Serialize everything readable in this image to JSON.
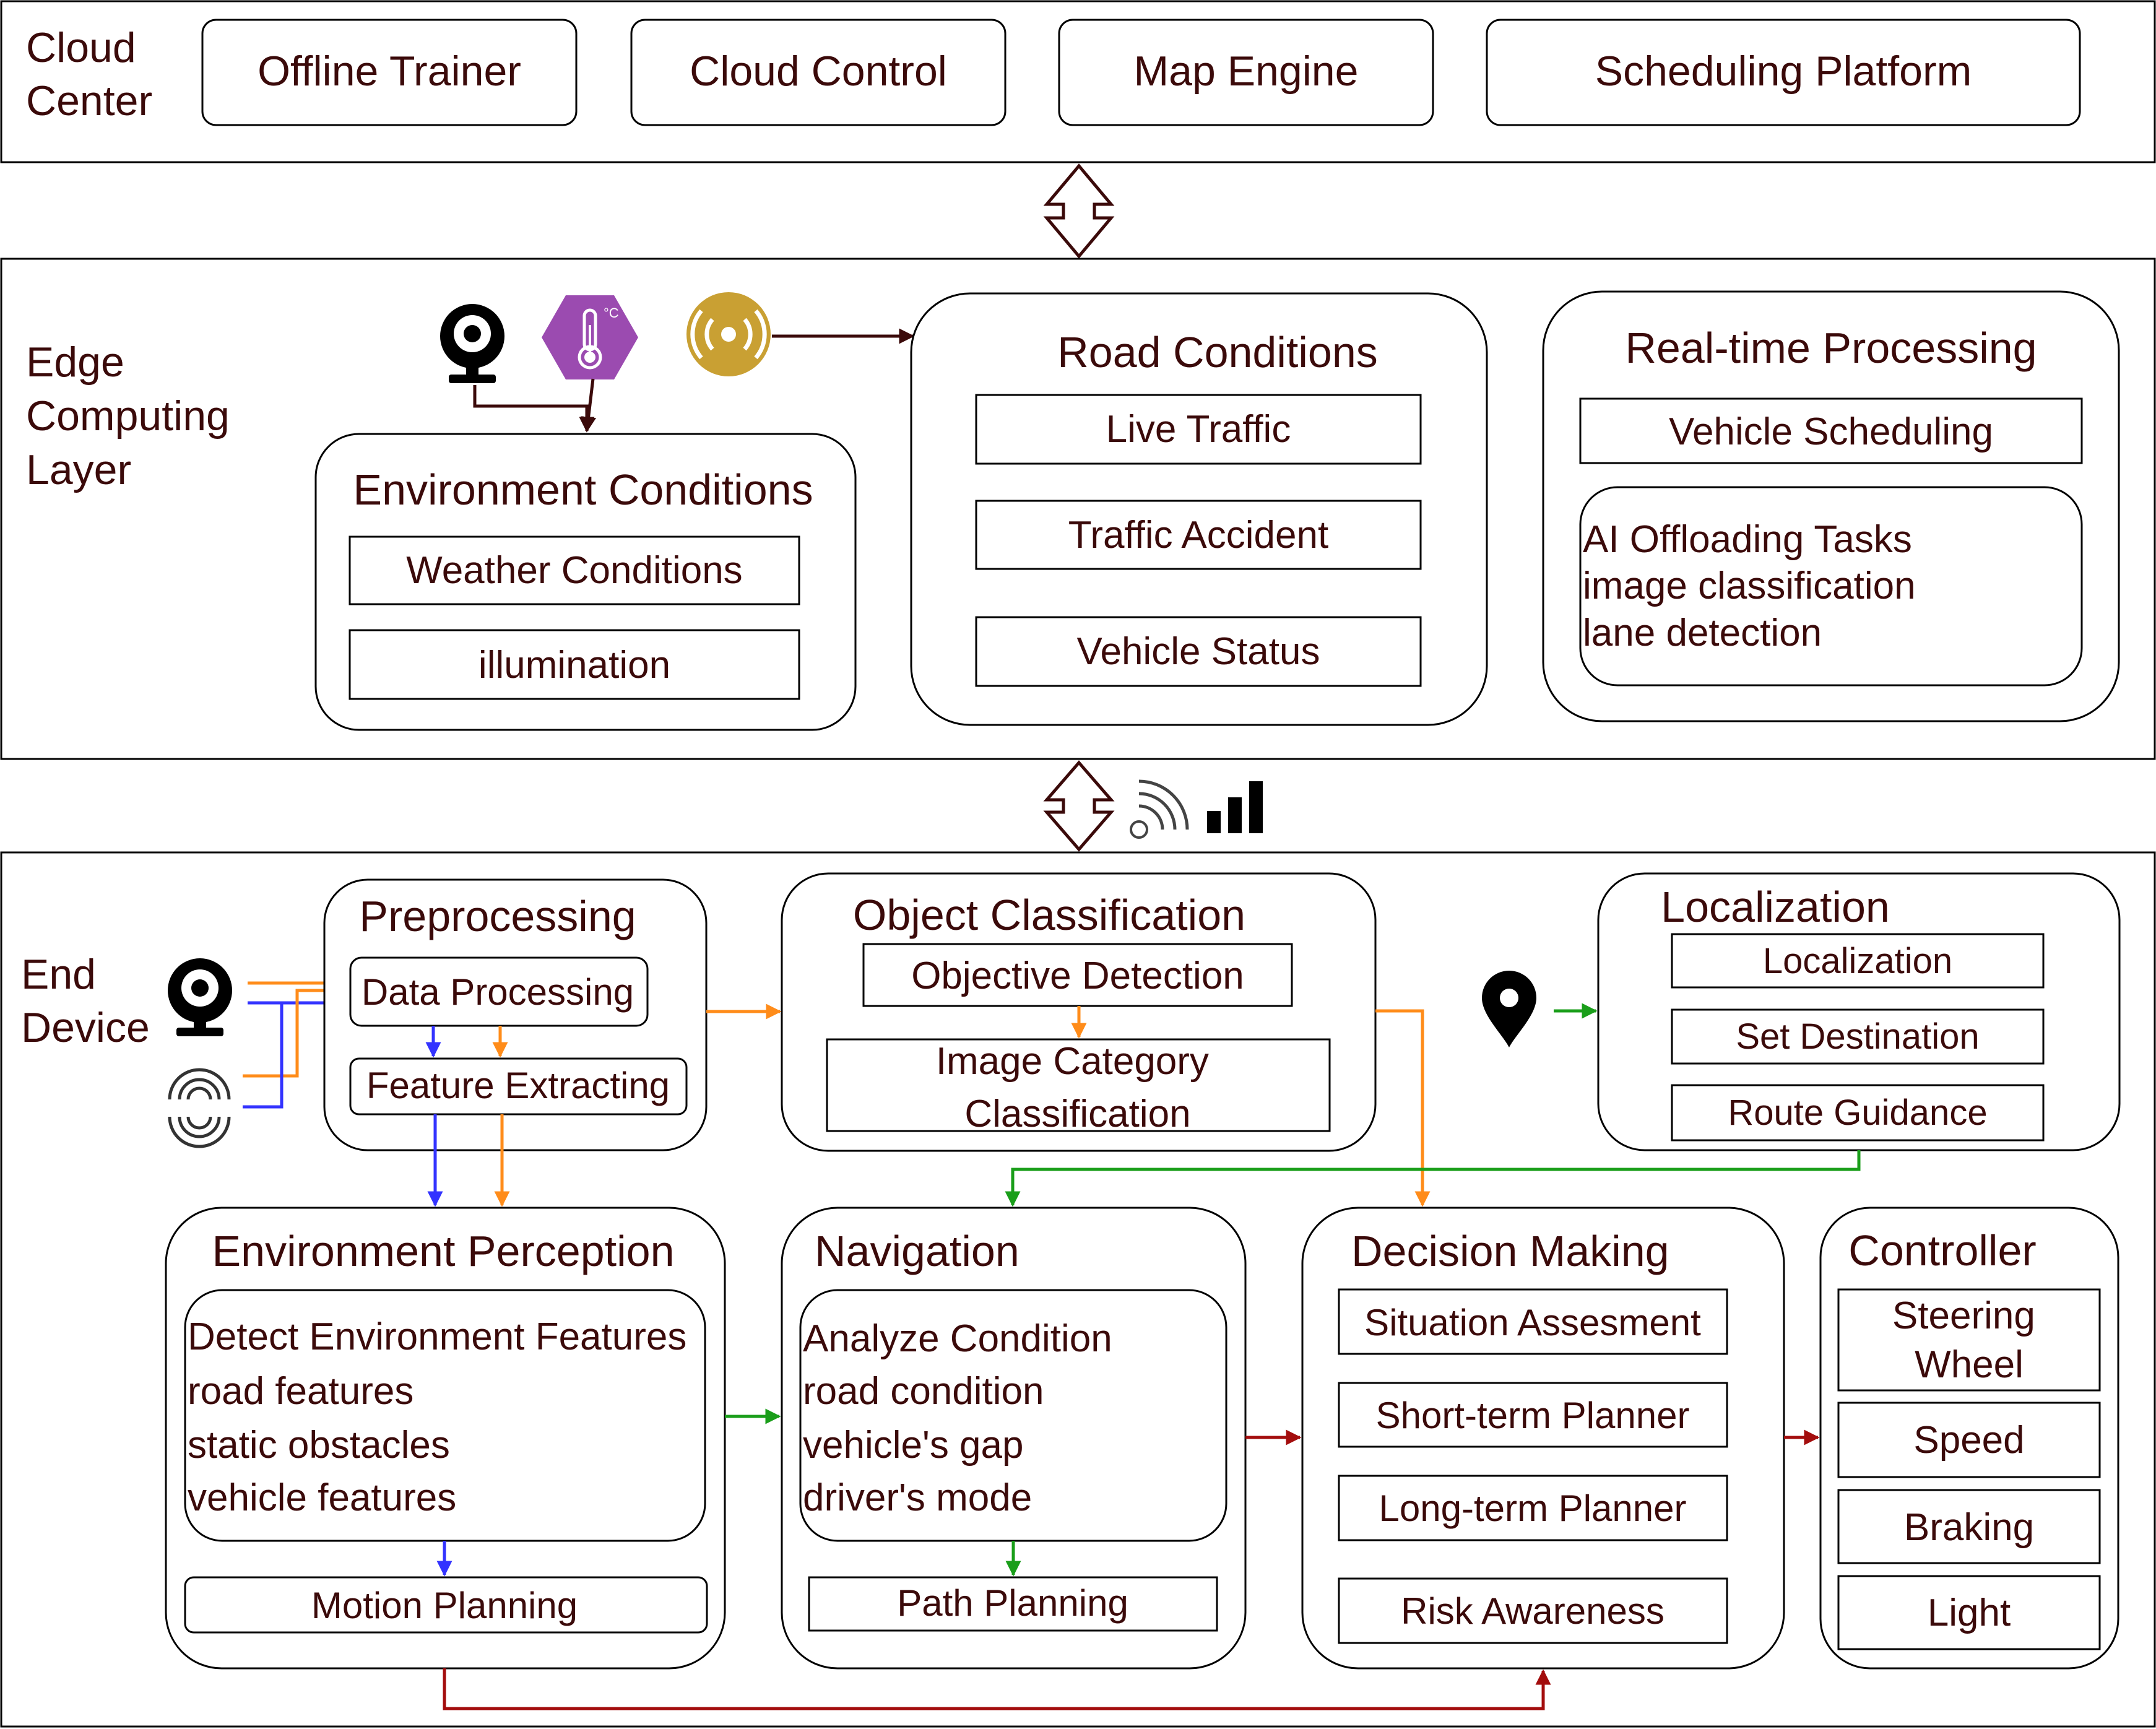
{
  "colors": {
    "text": "#3b0a0a",
    "arrow_dark": "#3b0a0a",
    "arrow_orange": "#ff8c1a",
    "arrow_blue": "#3333ff",
    "arrow_green": "#1a9e1a",
    "arrow_red": "#a30d0d",
    "thermometer_badge": "#9b4bb0",
    "antenna_badge": "#c9a033"
  },
  "cloud": {
    "layer_label_1": "Cloud",
    "layer_label_2": "Center",
    "items": [
      "Offline Trainer",
      "Cloud Control",
      "Map Engine",
      "Scheduling Platform"
    ]
  },
  "edge": {
    "layer_label_1": "Edge",
    "layer_label_2": "Computing",
    "layer_label_3": "Layer",
    "environment": {
      "title": "Environment Conditions",
      "items": [
        "Weather Conditions",
        "illumination"
      ]
    },
    "road": {
      "title": "Road Conditions",
      "items": [
        "Live Traffic",
        "Traffic Accident",
        "Vehicle Status"
      ]
    },
    "realtime": {
      "title": "Real-time Processing",
      "scheduling": "Vehicle Scheduling",
      "ai_lines": [
        "AI Offloading Tasks",
        "image classification",
        "lane detection"
      ]
    }
  },
  "end": {
    "layer_label_1": "End",
    "layer_label_2": "Device",
    "preprocessing": {
      "title": "Preprocessing",
      "items": [
        "Data Processing",
        "Feature Extracting"
      ]
    },
    "object_classification": {
      "title": "Object Classification",
      "detection": "Objective Detection",
      "category_1": "Image Category",
      "category_2": "Classification"
    },
    "localization": {
      "title": "Localization",
      "items": [
        "Localization",
        "Set Destination",
        "Route Guidance"
      ]
    },
    "perception": {
      "title": "Environment Perception",
      "lines": [
        "Detect Environment Features",
        "road features",
        "static obstacles",
        "vehicle features"
      ],
      "motion": "Motion Planning"
    },
    "navigation": {
      "title": "Navigation",
      "lines": [
        "Analyze Condition",
        "road condition",
        "vehicle's gap",
        "driver's mode"
      ],
      "path": "Path Planning"
    },
    "decision": {
      "title": "Decision Making",
      "items": [
        "Situation Assesment",
        "Short-term Planner",
        "Long-term Planner",
        "Risk Awareness"
      ]
    },
    "controller": {
      "title": "Controller",
      "steering_1": "Steering",
      "steering_2": "Wheel",
      "items": [
        "Speed",
        "Braking",
        "Light"
      ]
    }
  },
  "icons": [
    "webcam-icon",
    "thermometer-icon",
    "antenna-icon",
    "wireless-signal-icon",
    "signal-bars-icon",
    "location-pin-icon",
    "lidar-sensor-icon",
    "double-arrow-icon"
  ]
}
